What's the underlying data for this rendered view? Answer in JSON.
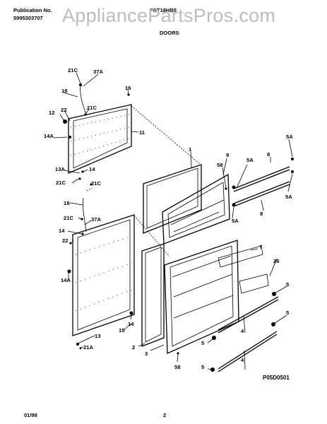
{
  "header": {
    "publication_label": "Publication No.",
    "publication_number": "5995303707",
    "model": "FRT18HB5",
    "section_title": "DOORS"
  },
  "watermark": "AppliancePartsPros.com",
  "parts": [
    {
      "id": "p21C_a",
      "label": "21C"
    },
    {
      "id": "p37A_a",
      "label": "37A"
    },
    {
      "id": "p18_a",
      "label": "18"
    },
    {
      "id": "p16",
      "label": "16"
    },
    {
      "id": "p21C_b",
      "label": "21C"
    },
    {
      "id": "p12",
      "label": "12"
    },
    {
      "id": "p22_a",
      "label": "22"
    },
    {
      "id": "p14A_a",
      "label": "14A"
    },
    {
      "id": "p11",
      "label": "11"
    },
    {
      "id": "p13A",
      "label": "13A"
    },
    {
      "id": "p14_a",
      "label": "14"
    },
    {
      "id": "p21C_c",
      "label": "21C"
    },
    {
      "id": "p21C_d",
      "label": "21C"
    },
    {
      "id": "p18_b",
      "label": "18"
    },
    {
      "id": "p21C_e",
      "label": "21C"
    },
    {
      "id": "p37A_b",
      "label": "37A"
    },
    {
      "id": "p14_b",
      "label": "14"
    },
    {
      "id": "p22_b",
      "label": "22"
    },
    {
      "id": "p14A_b",
      "label": "14A"
    },
    {
      "id": "p14_c",
      "label": "14"
    },
    {
      "id": "p15",
      "label": "15"
    },
    {
      "id": "p13",
      "label": "13"
    },
    {
      "id": "p21A",
      "label": "21A"
    },
    {
      "id": "p1",
      "label": "1"
    },
    {
      "id": "p9",
      "label": "9"
    },
    {
      "id": "p58_a",
      "label": "58"
    },
    {
      "id": "p5A_a",
      "label": "5A"
    },
    {
      "id": "p8_a",
      "label": "8"
    },
    {
      "id": "p5A_b",
      "label": "5A"
    },
    {
      "id": "p5A_c",
      "label": "5A"
    },
    {
      "id": "p5A_d",
      "label": "5A"
    },
    {
      "id": "p8_b",
      "label": "8"
    },
    {
      "id": "p7",
      "label": "7"
    },
    {
      "id": "p26",
      "label": "26"
    },
    {
      "id": "p2",
      "label": "2"
    },
    {
      "id": "p3",
      "label": "3"
    },
    {
      "id": "p58_b",
      "label": "58"
    },
    {
      "id": "p5_a",
      "label": "5"
    },
    {
      "id": "p4_a",
      "label": "4"
    },
    {
      "id": "p5_b",
      "label": "5"
    },
    {
      "id": "p5_c",
      "label": "5"
    },
    {
      "id": "p4_b",
      "label": "4"
    },
    {
      "id": "p5_d",
      "label": "5"
    }
  ],
  "figure_code": "P05D0501",
  "footer": {
    "date": "01/98",
    "page": "2"
  }
}
